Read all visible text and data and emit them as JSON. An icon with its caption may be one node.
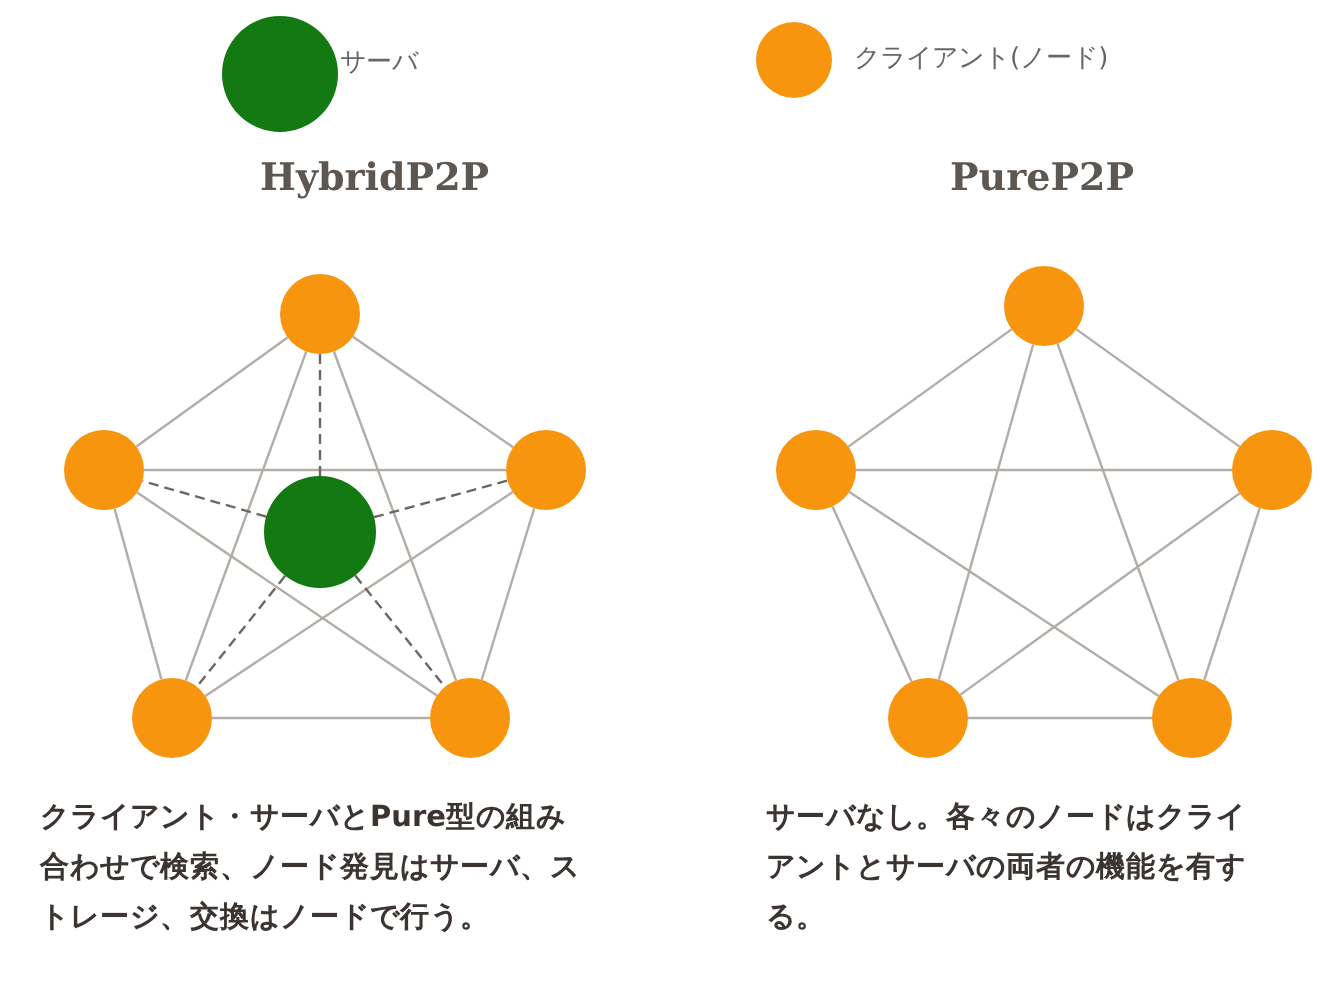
{
  "diagram": {
    "nodes": [
      {
        "text": [],
        "shape": "circle"
      },
      {
        "text": [],
        "shape": "circle"
      },
      {
        "text": [],
        "shape": "circle"
      },
      {
        "text": [],
        "shape": "circle"
      },
      {
        "text": [],
        "shape": "circle"
      },
      {
        "text": [],
        "shape": "circle"
      },
      {
        "text": [],
        "shape": "circle"
      },
      {
        "text": [],
        "shape": "circle"
      },
      {
        "text": [],
        "shape": "circle"
      },
      {
        "text": [],
        "shape": "circle"
      },
      {
        "text": [],
        "shape": "circle"
      }
    ],
    "edges": [
      {
        "from": 0,
        "to": 1,
        "arrow": "none"
      },
      {
        "from": 0,
        "to": 2,
        "arrow": "none"
      },
      {
        "from": 0,
        "to": 3,
        "arrow": "none"
      },
      {
        "from": 0,
        "to": 4,
        "arrow": "none"
      },
      {
        "from": 1,
        "to": 2,
        "arrow": "none"
      },
      {
        "from": 1,
        "to": 3,
        "arrow": "none"
      },
      {
        "from": 1,
        "to": 4,
        "arrow": "none"
      },
      {
        "from": 2,
        "to": 3,
        "arrow": "none"
      },
      {
        "from": 2,
        "to": 4,
        "arrow": "none"
      },
      {
        "from": 3,
        "to": 4,
        "arrow": "none"
      },
      {
        "from": 5,
        "to": 0,
        "arrow": "none",
        "style": "dashed",
        "color": "#6e6660"
      },
      {
        "from": 5,
        "to": 1,
        "arrow": "none",
        "style": "dashed",
        "color": "#6e6660"
      },
      {
        "from": 5,
        "to": 2,
        "arrow": "none",
        "style": "dashed",
        "color": "#6e6660"
      },
      {
        "from": 5,
        "to": 3,
        "arrow": "none",
        "style": "dashed",
        "color": "#6e6660"
      },
      {
        "from": 5,
        "to": 4,
        "arrow": "none",
        "style": "dashed",
        "color": "#6e6660"
      },
      {
        "from": 6,
        "to": 7,
        "arrow": "none"
      },
      {
        "from": 6,
        "to": 8,
        "arrow": "none"
      },
      {
        "from": 6,
        "to": 9,
        "arrow": "none"
      },
      {
        "from": 6,
        "to": 10,
        "arrow": "none"
      },
      {
        "from": 7,
        "to": 8,
        "arrow": "none"
      },
      {
        "from": 7,
        "to": 9,
        "arrow": "none"
      },
      {
        "from": 7,
        "to": 10,
        "arrow": "none"
      },
      {
        "from": 8,
        "to": 9,
        "arrow": "none"
      },
      {
        "from": 8,
        "to": 10,
        "arrow": "none"
      },
      {
        "from": 9,
        "to": 10,
        "arrow": "none"
      }
    ],
    "labels": [
      "HybridP2P",
      "PureP2P",
      "クライアント・サーバとPure型の組み合わせで検索、ノード発見はサーバ、ストレージ、交換はノードで行う。",
      "サーバなし。各々のノードはクライアントとサーバの両者の機能を有する。"
    ],
    "legend": [
      {
        "text": "サーバ",
        "color": "#137a13"
      },
      {
        "text": "クライアント(ノード)",
        "color": "#f7950f"
      }
    ]
  }
}
